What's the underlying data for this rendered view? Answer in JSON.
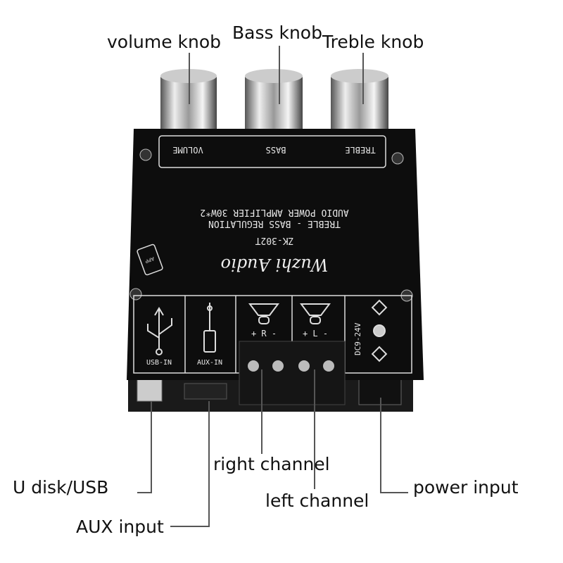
{
  "callouts": {
    "volume_knob": "volume knob",
    "bass_knob": "Bass knob",
    "treble_knob": "Treble knob",
    "usb": "U disk/USB",
    "aux": "AUX input",
    "right_channel": "right channel",
    "left_channel": "left channel",
    "power": "power input"
  },
  "board": {
    "knob_labels": [
      "VOLUME",
      "BASS",
      "TREBLE"
    ],
    "title_line1": "AUDIO POWER AMPLIFIER 30W*2",
    "title_line2": "TREBLE - BASS REGULATION",
    "model": "ZK-302T",
    "brand": "Wuzhi Audio",
    "app_badge": "APP",
    "usb_label": "USB-IN",
    "aux_label": "AUX-IN",
    "right_label": "+ R -",
    "left_label": "+ L -",
    "power_label": "DC9-24V"
  }
}
